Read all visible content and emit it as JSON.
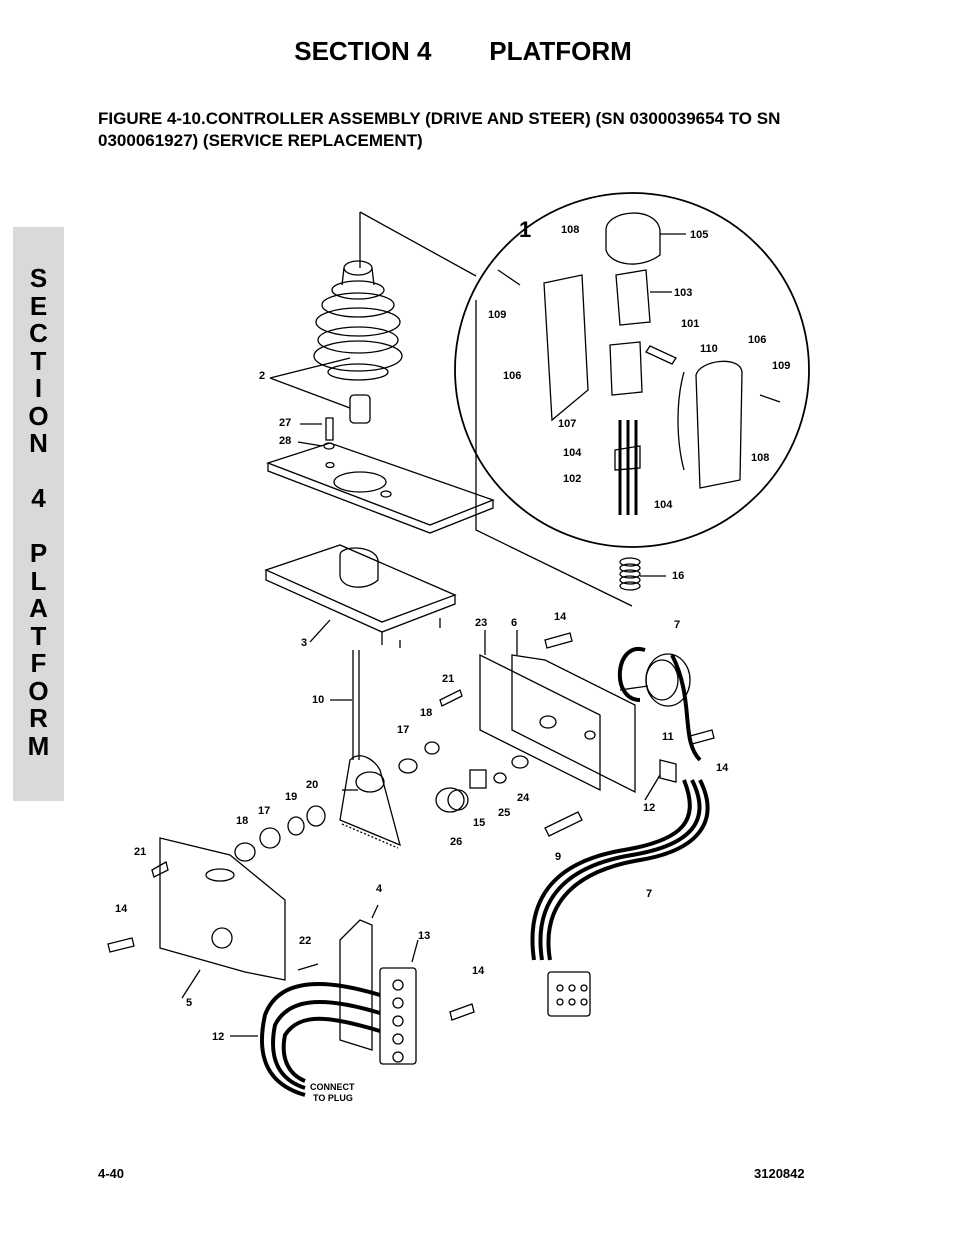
{
  "header": {
    "section_title": "SECTION 4        PLATFORM",
    "figure_title": "FIGURE 4-10.CONTROLLER ASSEMBLY (DRIVE AND STEER) (SN 0300039654 TO SN 0300061927) (SERVICE REPLACEMENT)"
  },
  "side_tab": {
    "letters": [
      "S",
      "E",
      "C",
      "T",
      "I",
      "O",
      "N",
      "",
      "4",
      "",
      "P",
      "L",
      "A",
      "T",
      "F",
      "O",
      "R",
      "M"
    ]
  },
  "diagram": {
    "detail_label": "1",
    "connect_note_line1": "CONNECT",
    "connect_note_line2": "TO PLUG",
    "callouts": {
      "c108a": "108",
      "c105": "105",
      "c109a": "109",
      "c103": "103",
      "c101": "101",
      "c110": "110",
      "c106a": "106",
      "c106b": "106",
      "c109b": "109",
      "c107": "107",
      "c104a": "104",
      "c108b": "108",
      "c102": "102",
      "c104b": "104",
      "c16": "16",
      "c2": "2",
      "c27": "27",
      "c28": "28",
      "c3": "3",
      "c23": "23",
      "c6": "6",
      "c14a": "14",
      "c7a": "7",
      "c21a": "21",
      "c10": "10",
      "c18a": "18",
      "c17a": "17",
      "c11": "11",
      "c14b": "14",
      "c20": "20",
      "c19": "19",
      "c17b": "17",
      "c18b": "18",
      "c24": "24",
      "c25": "25",
      "c15": "15",
      "c12a": "12",
      "c26": "26",
      "c9": "9",
      "c21b": "21",
      "c7b": "7",
      "c4": "4",
      "c14c": "14",
      "c13": "13",
      "c22": "22",
      "c14d": "14",
      "c5": "5",
      "c12b": "12"
    }
  },
  "footer": {
    "page_number": "4-40",
    "doc_number": "3120842"
  }
}
